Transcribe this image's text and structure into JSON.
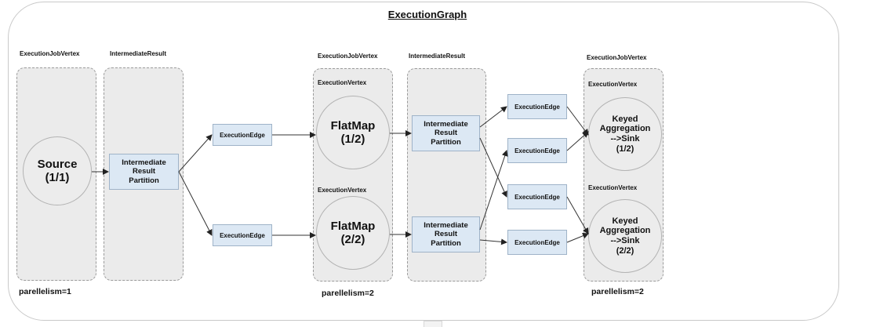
{
  "title": "ExecutionGraph",
  "labels": {
    "job_vertex": "ExecutionJobVertex",
    "intermediate_result": "IntermediateResult",
    "execution_vertex": "ExecutionVertex"
  },
  "parallelism": {
    "source": "parellelism=1",
    "flatmap": "parellelism=2",
    "sink": "parellelism=2"
  },
  "nodes": {
    "source": "Source\n(1/1)",
    "flatmap_1": "FlatMap\n(1/2)",
    "flatmap_2": "FlatMap\n(2/2)",
    "sink_1": "Keyed\nAggregation\n-->Sink\n(1/2)",
    "sink_2": "Keyed\nAggregation\n-->Sink\n(2/2)"
  },
  "partition_label": "Intermediate\nResult\nPartition",
  "edge_label": "ExecutionEdge"
}
